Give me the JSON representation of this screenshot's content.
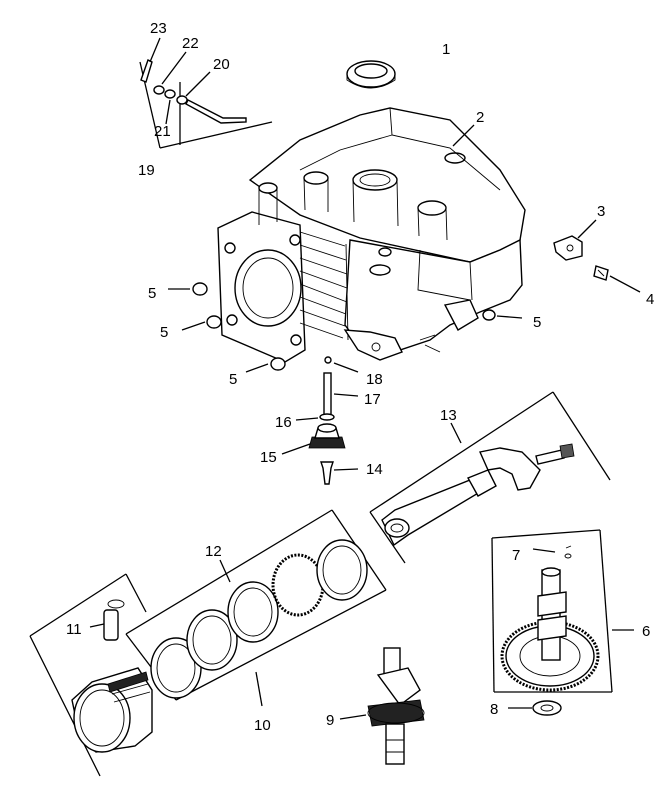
{
  "callouts": {
    "c1": "1",
    "c2": "2",
    "c3": "3",
    "c4": "4",
    "c5a": "5",
    "c5b": "5",
    "c5c": "5",
    "c5d": "5",
    "c6": "6",
    "c7": "7",
    "c8": "8",
    "c9": "9",
    "c10": "10",
    "c11": "11",
    "c12": "12",
    "c13": "13",
    "c14": "14",
    "c15": "15",
    "c16": "16",
    "c17": "17",
    "c18": "18",
    "c19": "19",
    "c20": "20",
    "c21": "21",
    "c22": "22",
    "c23": "23"
  }
}
